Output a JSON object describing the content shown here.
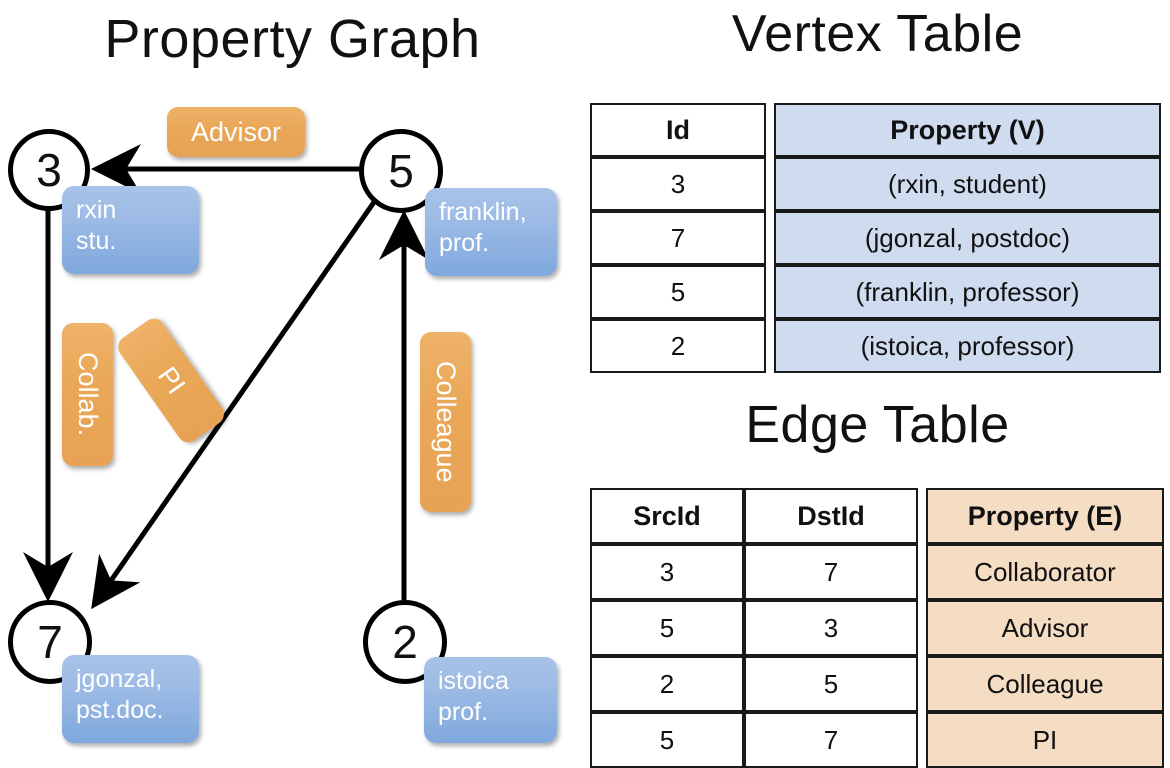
{
  "titles": {
    "property_graph": "Property Graph",
    "vertex_table": "Vertex Table",
    "edge_table": "Edge Table"
  },
  "colors": {
    "vertex_property_fill": "#cfdcef",
    "edge_property_fill": "#f5ddc3",
    "vertex_box_blue": "#8fb4e3",
    "edge_label_orange": "#e9a757",
    "stroke": "#000000"
  },
  "graph": {
    "nodes": [
      {
        "id": "3",
        "label": "3",
        "property_lines": [
          "rxin",
          "stu."
        ]
      },
      {
        "id": "5",
        "label": "5",
        "property_lines": [
          "franklin,",
          "prof."
        ]
      },
      {
        "id": "7",
        "label": "7",
        "property_lines": [
          "jgonzal,",
          "pst.doc."
        ]
      },
      {
        "id": "2",
        "label": "2",
        "property_lines": [
          "istoica",
          "prof."
        ]
      }
    ],
    "edges": [
      {
        "src": "5",
        "dst": "3",
        "label": "Advisor"
      },
      {
        "src": "3",
        "dst": "7",
        "label": "Collab."
      },
      {
        "src": "5",
        "dst": "7",
        "label": "PI"
      },
      {
        "src": "2",
        "dst": "5",
        "label": "Colleague"
      }
    ]
  },
  "vertex_table": {
    "headers": [
      "Id",
      "Property (V)"
    ],
    "rows": [
      {
        "id": "3",
        "property": "(rxin, student)"
      },
      {
        "id": "7",
        "property": "(jgonzal, postdoc)"
      },
      {
        "id": "5",
        "property": "(franklin, professor)"
      },
      {
        "id": "2",
        "property": "(istoica, professor)"
      }
    ]
  },
  "edge_table": {
    "headers": [
      "SrcId",
      "DstId",
      "Property (E)"
    ],
    "rows": [
      {
        "src": "3",
        "dst": "7",
        "property": "Collaborator"
      },
      {
        "src": "5",
        "dst": "3",
        "property": "Advisor"
      },
      {
        "src": "2",
        "dst": "5",
        "property": "Colleague"
      },
      {
        "src": "5",
        "dst": "7",
        "property": "PI"
      }
    ]
  }
}
